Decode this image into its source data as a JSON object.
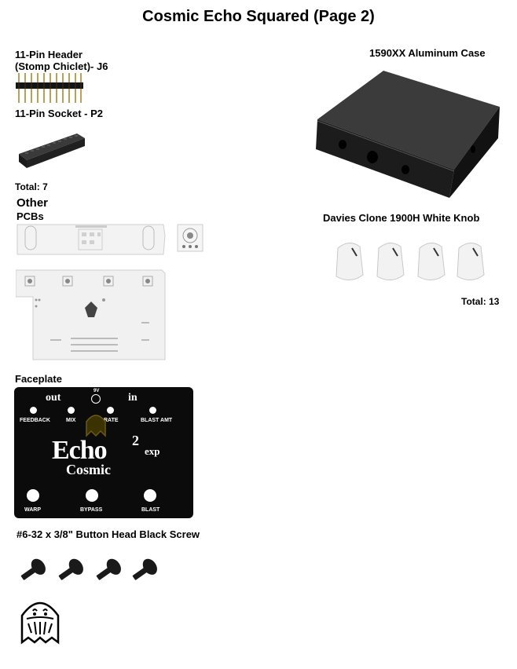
{
  "title": "Cosmic Echo Squared (Page 2)",
  "left": {
    "header_label_line1": "11-Pin Header",
    "header_label_line2": "(Stomp Chiclet)- J6",
    "socket_label": "11-Pin Socket - P2",
    "socket_total": "Total: 7",
    "other_heading": "Other",
    "pcbs_label": "PCBs",
    "faceplate_label": "Faceplate",
    "screw_label": "#6-32 x 3/8\" Button Head Black Screw"
  },
  "right": {
    "case_label": "1590XX Aluminum Case",
    "knob_label": "Davies Clone 1900H White Knob",
    "knob_total": "Total: 13"
  },
  "faceplate": {
    "out": "out",
    "in": "in",
    "power": "9V",
    "feedback": "FEEDBACK",
    "mix": "MIX",
    "rate": "RATE",
    "blast_amt": "BLAST AMT",
    "logo_main": "Echo",
    "logo_sup": "2",
    "logo_sub": "Cosmic",
    "exp": "exp",
    "warp": "WARP",
    "bypass": "BYPASS",
    "blast": "BLAST"
  },
  "colors": {
    "faceplate_bg": "#0b0b0b",
    "case": "#2a2a2a",
    "knob": "#f2f2f2"
  },
  "icons": [
    "pin-header-icon",
    "pin-socket-icon",
    "aluminum-case-image",
    "knob-image",
    "pcb-image",
    "faceplate-image",
    "screw-icon",
    "ghost-logo-icon"
  ]
}
